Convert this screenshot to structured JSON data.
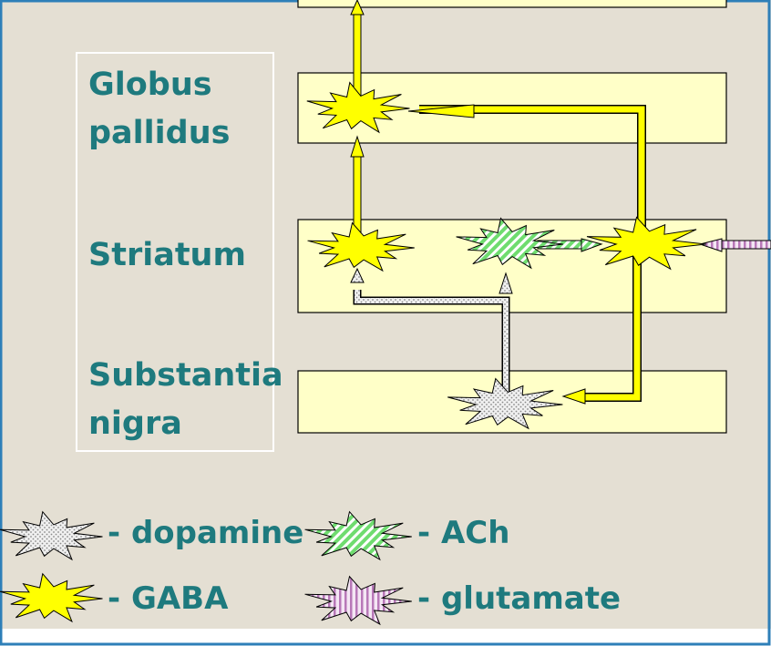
{
  "labels": {
    "globus": [
      "Globus",
      "pallidus"
    ],
    "striatum": "Striatum",
    "substantia": [
      "Substantia",
      "nigra"
    ]
  },
  "legend": {
    "dopamine": "- dopamine",
    "ach": "- ACh",
    "gaba": "- GABA",
    "glutamate": "- glutamate"
  },
  "colors": {
    "background": "#e4dfd3",
    "region_box": "#ffffc8",
    "label_text": "#1e7a7e",
    "gaba": "#ffff00",
    "dopamine": "#e8e8e8",
    "ach": "#7de87d",
    "glutamate": "#d8a8d8"
  }
}
